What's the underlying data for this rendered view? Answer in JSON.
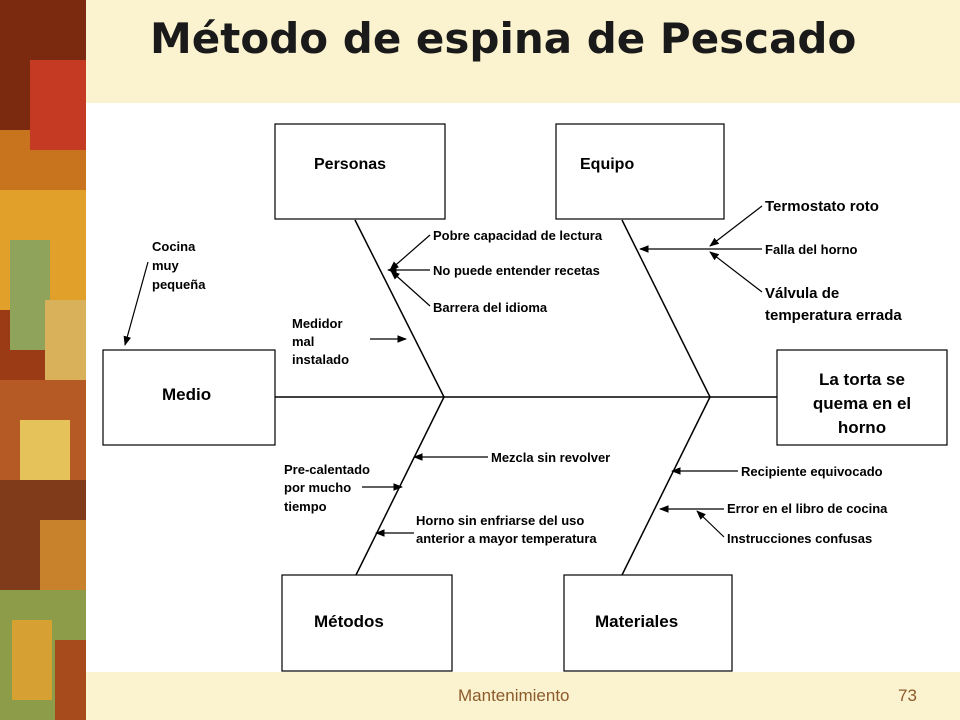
{
  "title": "Método de espina de Pescado",
  "footer": {
    "label": "Mantenimiento",
    "page": "73"
  },
  "colors": {
    "header_band": "#fbf3cf",
    "footer_text": "#8b5a2b",
    "ink": "#000000"
  },
  "diagram": {
    "effect": [
      "La torta se",
      "quema en el",
      "horno"
    ],
    "categories": {
      "personas": "Personas",
      "equipo": "Equipo",
      "medio": "Medio",
      "metodos": "Métodos",
      "materiales": "Materiales"
    },
    "causes": {
      "personas": [
        "Pobre capacidad de lectura",
        "No puede entender recetas",
        "Barrera del idioma"
      ],
      "equipo": [
        "Termostato roto",
        "Falla del horno",
        [
          "Válvula  de",
          "temperatura errada"
        ]
      ],
      "medio": [
        [
          "Cocina",
          "muy",
          "pequeña"
        ],
        [
          "Medidor",
          "mal",
          "instalado"
        ]
      ],
      "metodos": [
        "Mezcla sin revolver",
        [
          "Pre-calentado",
          "por mucho",
          "tiempo"
        ],
        [
          "Horno sin enfriarse del uso",
          "anterior a mayor temperatura"
        ]
      ],
      "materiales": [
        "Recipiente equivocado",
        "Error en el libro de cocina",
        "Instrucciones confusas"
      ]
    }
  }
}
